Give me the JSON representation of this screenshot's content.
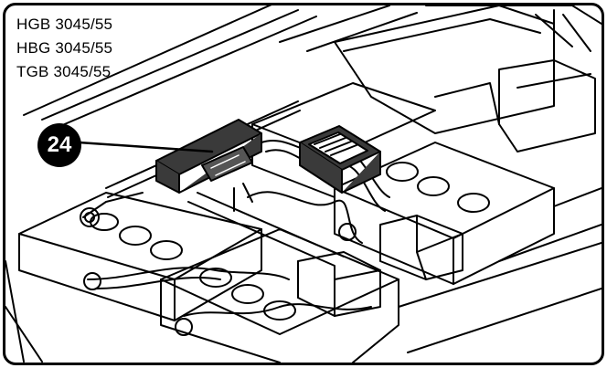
{
  "models": [
    "HGB 3045/55",
    "HBG 3045/55",
    "TGB 3045/55"
  ],
  "callout": {
    "number": "24"
  },
  "colors": {
    "line": "#000000",
    "background": "#ffffff",
    "component": "#3a3a3a",
    "callout_fill": "#000000",
    "callout_text": "#ffffff"
  },
  "icons": {
    "battery": "battery-icon",
    "connector": "connector-plug-icon"
  }
}
